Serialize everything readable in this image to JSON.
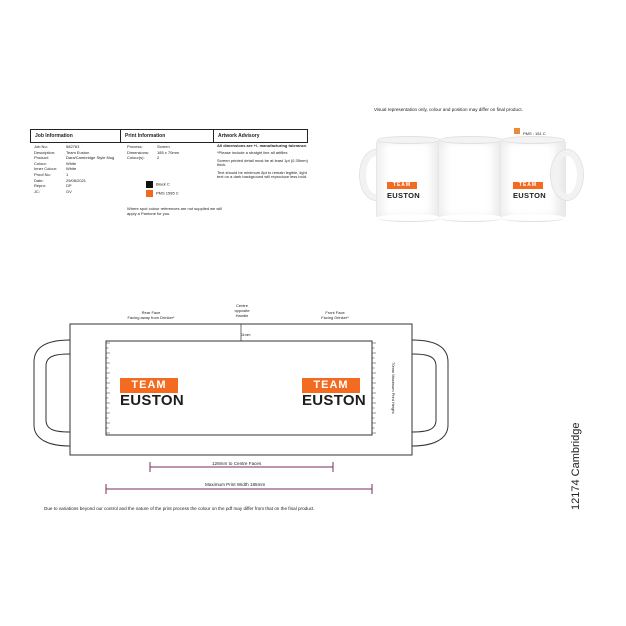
{
  "visual_note": "Visual representation only, colour and position may differ on final product.",
  "pms_legend": {
    "label": "PMS : 151 C",
    "color": "#e98a3c"
  },
  "table": {
    "headers": [
      "Job Information",
      "Print Information",
      "Artwork Advisory"
    ],
    "job_rows": [
      [
        "Job No:",
        "582763"
      ],
      [
        "Description:",
        "Team Euston"
      ],
      [
        "Product:",
        "Dara/Cambridge Style Mug"
      ],
      [
        "Colour:",
        "White"
      ],
      [
        "Inner Colour:",
        "White"
      ],
      [
        "Proof No:",
        "1"
      ],
      [
        "Date:",
        "29/08/2021"
      ],
      [
        "Repro:",
        "DP"
      ],
      [
        "JC:",
        "GV"
      ]
    ],
    "print_rows": [
      [
        "Process:",
        "Screen"
      ],
      [
        "Dimensions:",
        "185 x 70mm"
      ],
      [
        "Colour(s):",
        "2"
      ]
    ],
    "colours": [
      {
        "label": "Black C",
        "color": "#111111"
      },
      {
        "label": "PMS 1585 C",
        "color": "#ef6a1f"
      }
    ],
    "pantone_note": "Where spot colour references are not supplied we will apply a Pantone for you.",
    "advisory": [
      "All dimensions are +/- manufacturing tolerance.",
      "*Please include a straight line all artfiles",
      "Screen printed detail must be at least 1pt (0.35mm) thick.",
      "Text should be minimum 8pt to remain legible, light text on a dark background will reproduce less bold."
    ]
  },
  "logo": {
    "line1": "TEAM",
    "line2": "EUSTON",
    "accent": "#f26b21"
  },
  "template": {
    "rear_label": "Rear Face\nFacing away from Drinker*",
    "centre_label": "Centre\nopposite\nHandle",
    "front_label": "Front Face\nFacing Drinker*",
    "top_dim": "11mm",
    "height_dim": "70mm Maximum Print Height",
    "centre_dim": "128mm to Centre Faces",
    "width_dim": "Maximum Print Width 185mm"
  },
  "footer_note": "Due to variations beyond our control and the nature of the print process the colour on the pdf may differ from that on the final product.",
  "side_code": "12174 Cambridge"
}
